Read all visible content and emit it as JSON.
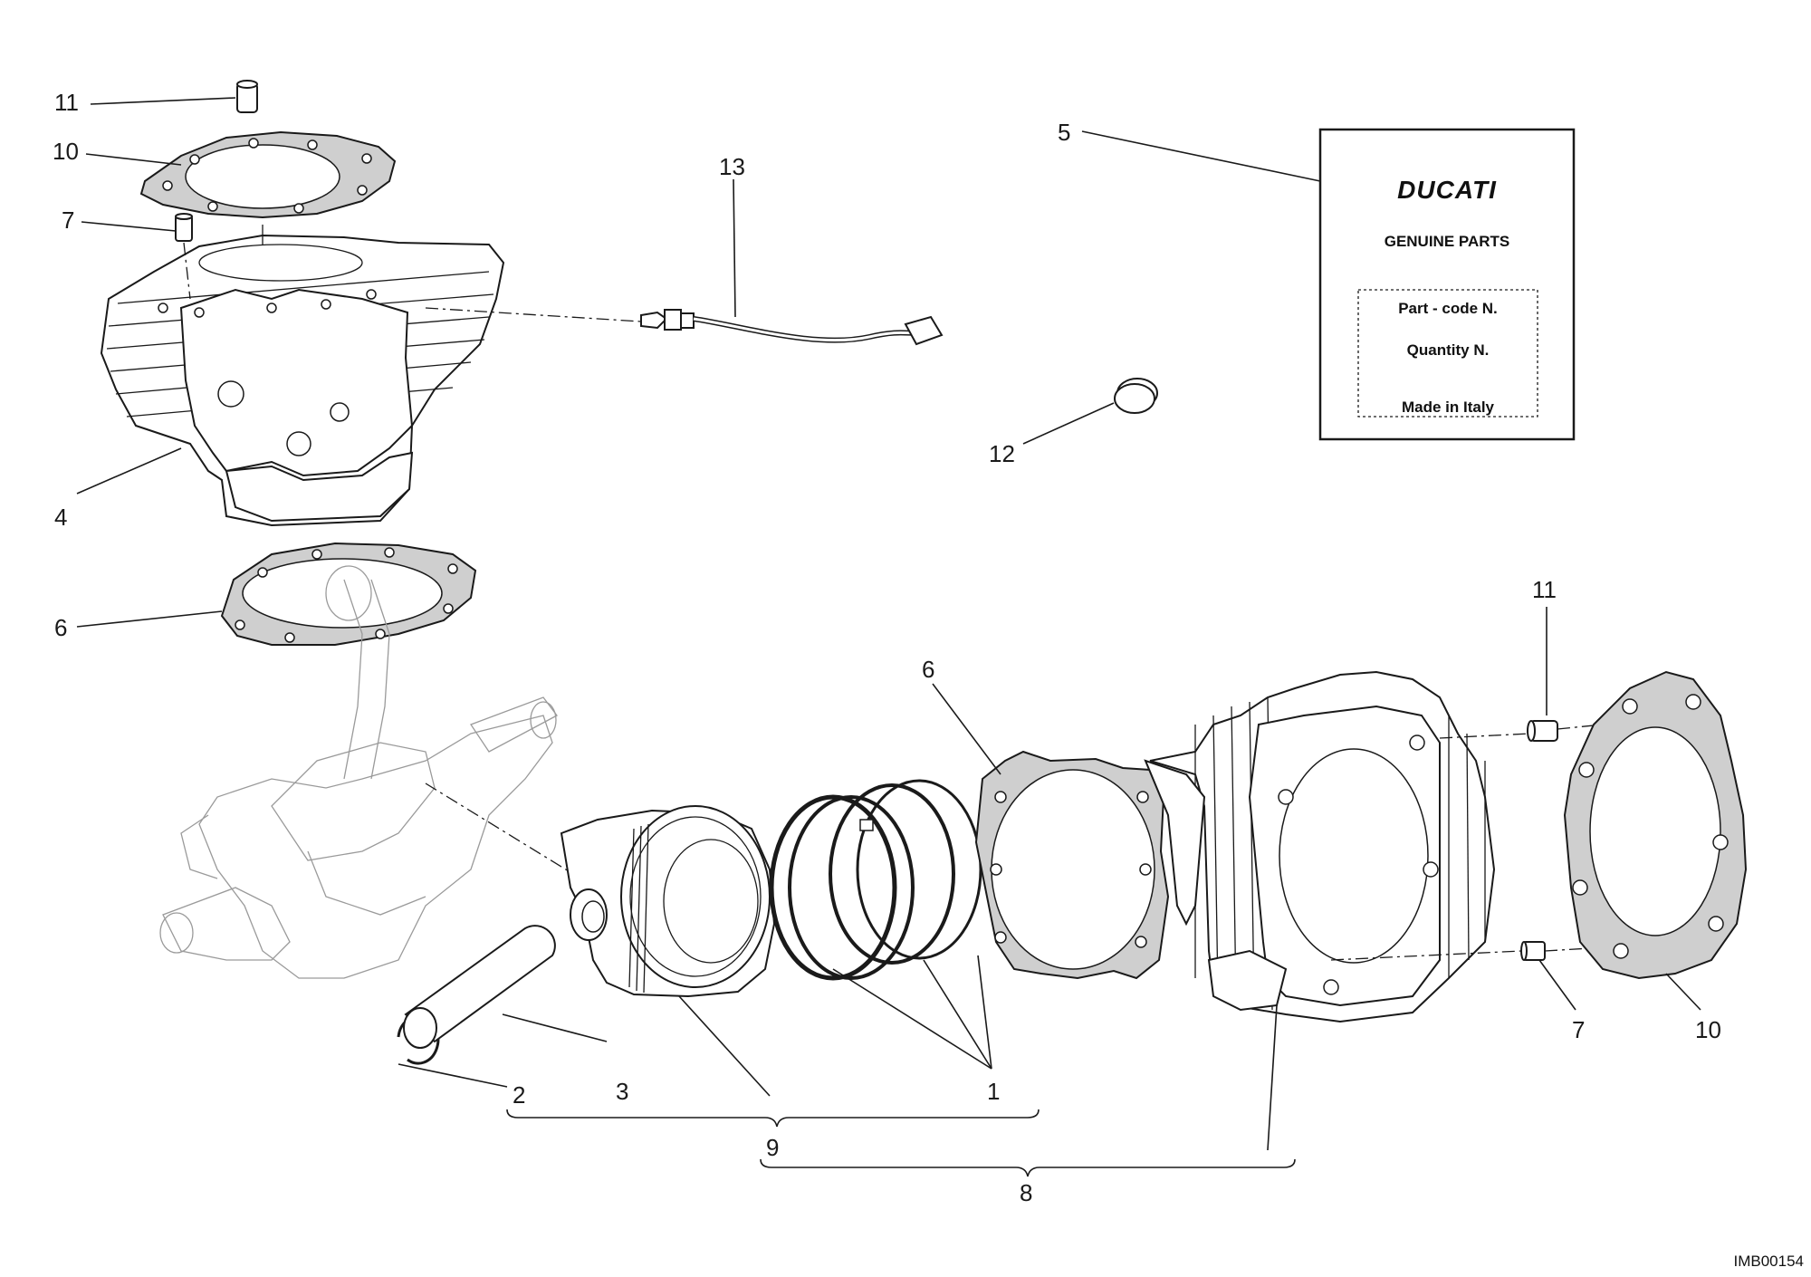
{
  "callouts": {
    "c1": "1",
    "c2": "2",
    "c3": "3",
    "c4": "4",
    "c5": "5",
    "c6_top": "6",
    "c6_right": "6",
    "c7_top": "7",
    "c7_right": "7",
    "c8": "8",
    "c9": "9",
    "c10_top": "10",
    "c10_right": "10",
    "c11_top": "11",
    "c11_right": "11",
    "c12": "12",
    "c13": "13"
  },
  "label_tag": {
    "brand": "DUCATI",
    "heading": "GENUINE PARTS",
    "line1": "Part - code N.",
    "line2": "Quantity N.",
    "line3": "Made in Italy"
  },
  "drawing_code": "IMB00154"
}
